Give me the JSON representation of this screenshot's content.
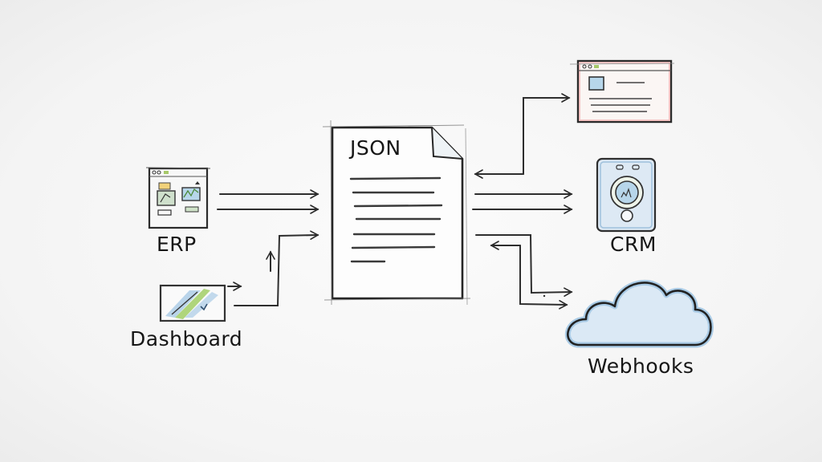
{
  "diagram": {
    "title": "",
    "center": {
      "label": "JSON",
      "icon": "json-document-icon"
    },
    "sources": [
      {
        "id": "erp",
        "label": "ERP",
        "icon": "erp-window-icon"
      },
      {
        "id": "dashboard",
        "label": "Dashboard",
        "icon": "dashboard-chart-icon"
      }
    ],
    "targets": [
      {
        "id": "webpage",
        "label": "",
        "icon": "browser-window-icon"
      },
      {
        "id": "crm",
        "label": "CRM",
        "icon": "crm-device-icon"
      },
      {
        "id": "webhooks",
        "label": "Webhooks",
        "icon": "cloud-icon"
      }
    ],
    "edges": [
      {
        "from": "erp",
        "to": "json",
        "count": 2
      },
      {
        "from": "dashboard",
        "to": "json",
        "count": 1
      },
      {
        "from": "json",
        "to": "webpage",
        "bidirectional": true
      },
      {
        "from": "json",
        "to": "crm",
        "count": 2
      },
      {
        "from": "json",
        "to": "webhooks",
        "bidirectional": true
      }
    ],
    "colors": {
      "ink": "#222222",
      "paper": "#ffffff",
      "accent_blue": "#a9cbe6",
      "accent_green": "#9ccc5c",
      "accent_red": "#f0a7a7",
      "accent_yellow": "#f2d27a"
    }
  }
}
